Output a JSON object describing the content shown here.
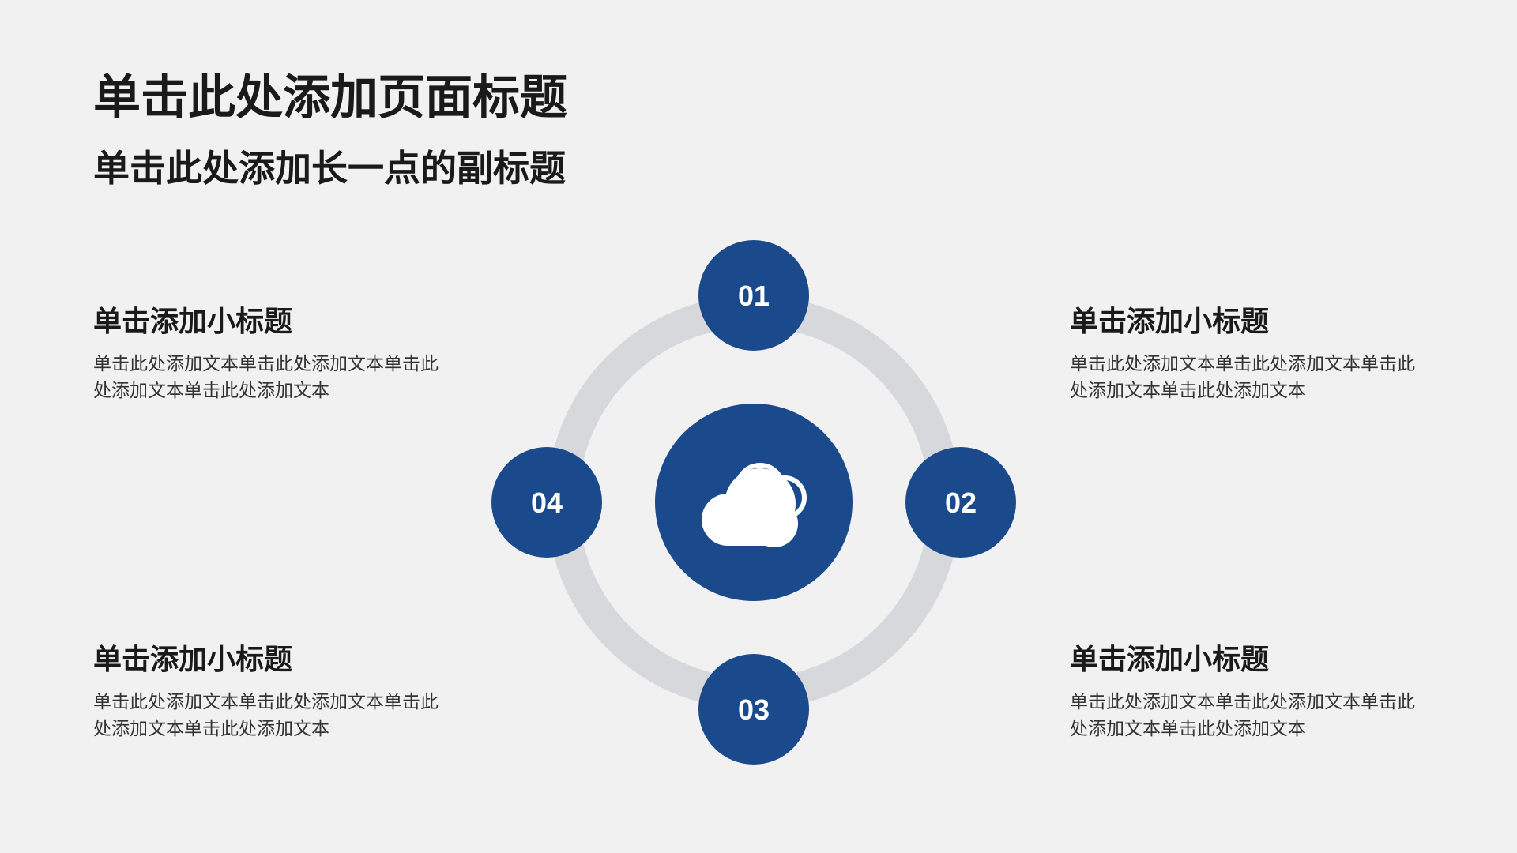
{
  "header": {
    "title": "单击此处添加页面标题",
    "subtitle": "单击此处添加长一点的副标题"
  },
  "blocks": [
    {
      "title": "单击添加小标题",
      "body": "单击此处添加文本单击此处添加文本单击此处添加文本单击此处添加文本"
    },
    {
      "title": "单击添加小标题",
      "body": "单击此处添加文本单击此处添加文本单击此处添加文本单击此处添加文本"
    },
    {
      "title": "单击添加小标题",
      "body": "单击此处添加文本单击此处添加文本单击此处添加文本单击此处添加文本"
    },
    {
      "title": "单击添加小标题",
      "body": "单击此处添加文本单击此处添加文本单击此处添加文本单击此处添加文本"
    }
  ],
  "diagram": {
    "center_icon": "cloud-icon",
    "nodes": [
      {
        "label": "01"
      },
      {
        "label": "02"
      },
      {
        "label": "03"
      },
      {
        "label": "04"
      }
    ]
  },
  "colors": {
    "background": "#f1f1f1",
    "accent": "#1a4a8c",
    "ring": "#d7d8db",
    "text": "#1a1a1a"
  }
}
